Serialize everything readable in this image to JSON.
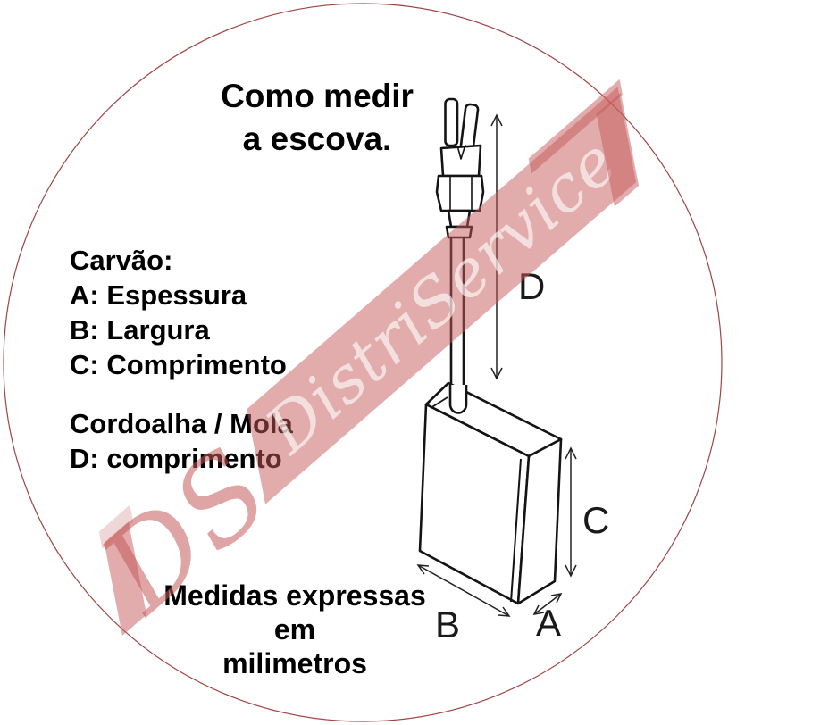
{
  "title": {
    "line1": "Como medir",
    "line2": "a escova."
  },
  "carbon_legend": {
    "heading": "Carvão:",
    "item_a": "A: Espessura",
    "item_b": "B: Largura",
    "item_c": "C: Comprimento"
  },
  "cord_legend": {
    "line1": "Cordoalha / Mola",
    "line2": "D: comprimento"
  },
  "footer": {
    "line1": "Medidas expressas",
    "line2": "em",
    "line3": "milimetros"
  },
  "dimensions": {
    "a": "A",
    "b": "B",
    "c": "C",
    "d": "D"
  },
  "watermark": {
    "initials": "DS",
    "band_text": "DistriService"
  },
  "colors": {
    "circle_stroke": "#a04545",
    "ink": "#141414",
    "watermark_pink": "rgba(197,90,90,0.5)",
    "watermark_text": "rgba(255,255,255,0.62)"
  }
}
